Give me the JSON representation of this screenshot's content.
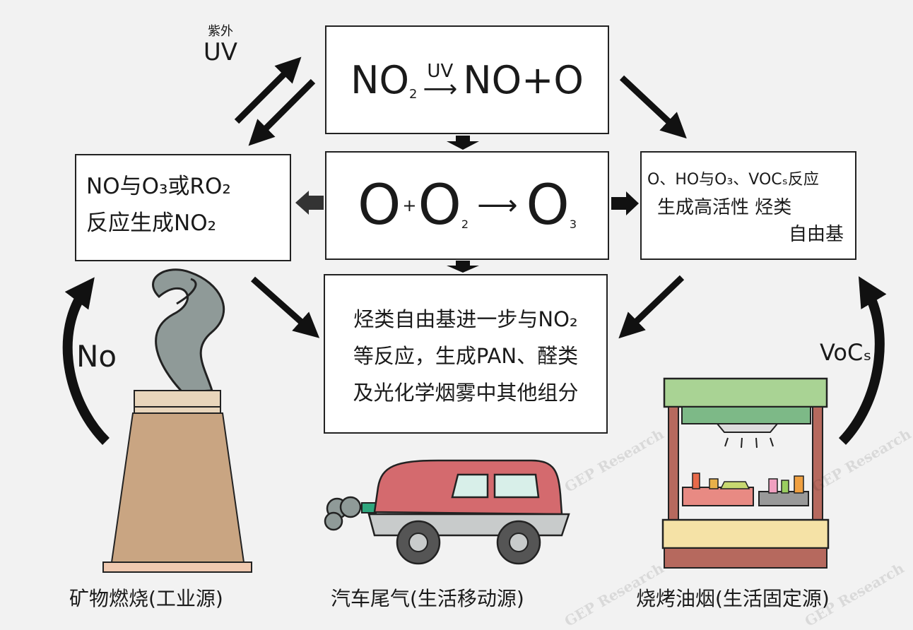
{
  "uv_label": {
    "line1": "紫外",
    "line2": "UV"
  },
  "top_box": {
    "left": "NO",
    "sub": "2",
    "arrow_label": "UV",
    "right": "NO+O"
  },
  "middle_box": {
    "o": "O",
    "plus": "+",
    "o2": "O",
    "sub2": "2",
    "o3": "O",
    "sub3": "3"
  },
  "left_box": {
    "line1": "NO与O₃或RO₂",
    "line2": "反应生成NO₂"
  },
  "right_box": {
    "line1": "O、HO与O₃、VOCₛ反应",
    "line2": "生成高活性 烃类",
    "line3": "自由基"
  },
  "bottom_box": {
    "line1": "烃类自由基进一步与NO₂",
    "line2": "等反应，生成PAN、醛类",
    "line3": "及光化学烟雾中其他组分"
  },
  "side_labels": {
    "no": "No",
    "vocs": "VoCₛ"
  },
  "captions": {
    "factory": "矿物燃烧(工业源)",
    "car": "汽车尾气(生活移动源)",
    "stall": "烧烤油烟(生活固定源)"
  },
  "watermark": "GEP Research",
  "colors": {
    "smoke": "#8f9a98",
    "chimney": "#c9a582",
    "chimney_top": "#e8d5bb",
    "chimney_base": "#f0c9b0",
    "car_body": "#d46a6e",
    "car_lower": "#c8cbcb",
    "car_window": "#d8efe9",
    "stall_roof": "#a9d394",
    "stall_frame": "#b6695e",
    "stall_counter": "#f5e2a6"
  }
}
